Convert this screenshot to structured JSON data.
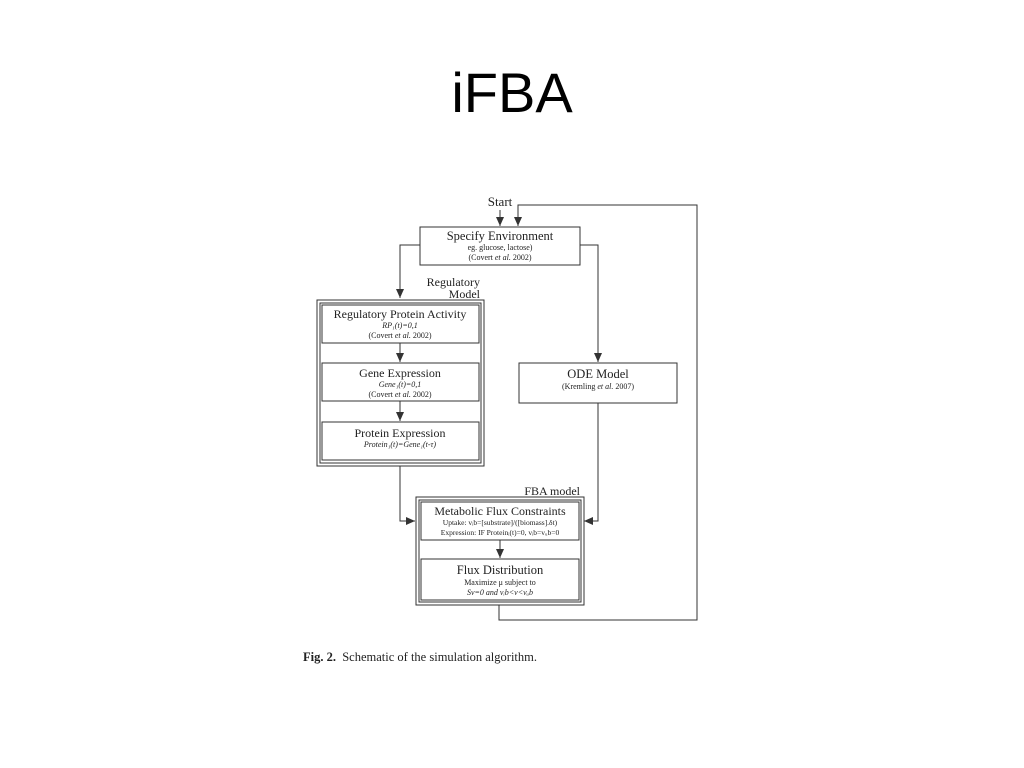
{
  "slide": {
    "title": "iFBA"
  },
  "diagram": {
    "start": "Start",
    "specify_environment": {
      "title": "Specify Environment",
      "line1": "eg. glucose, lactose)",
      "cite_pre": "(Covert ",
      "cite_em": "et al.",
      "cite_post": " 2002)"
    },
    "regulatory_model_label": [
      "Regulatory",
      "Model"
    ],
    "regulatory_protein_activity": {
      "title": "Regulatory Protein Activity",
      "formula": "RP₁(t)=0,1",
      "cite_pre": "(Covert ",
      "cite_em": "et al.",
      "cite_post": " 2002)"
    },
    "gene_expression": {
      "title": "Gene Expression",
      "formula": "Gene₁(t)=0,1",
      "cite_pre": "(Covert ",
      "cite_em": "et al.",
      "cite_post": " 2002)"
    },
    "protein_expression": {
      "title": "Protein Expression",
      "formula": "Protein₁(t)=Gene₁(t-τ)"
    },
    "ode_model": {
      "title": "ODE Model",
      "cite_pre": "(Kremling ",
      "cite_em": "et al.",
      "cite_post": " 2007)"
    },
    "fba_model_label": "FBA model",
    "metabolic_flux_constraints": {
      "title": "Metabolic Flux Constraints",
      "line1": "Uptake: vᵢb=[substrate]/([biomass].δt)",
      "line2": "Expression: IF Proteinᵢ(t)=0, vᵢb=vᵤb=0"
    },
    "flux_distribution": {
      "title": "Flux Distribution",
      "line1": "Maximize μ subject to",
      "line2": "Sv=0 and vᵢb<v<vᵤb"
    }
  },
  "caption": {
    "label": "Fig. 2.",
    "text": "Schematic of the simulation algorithm."
  }
}
